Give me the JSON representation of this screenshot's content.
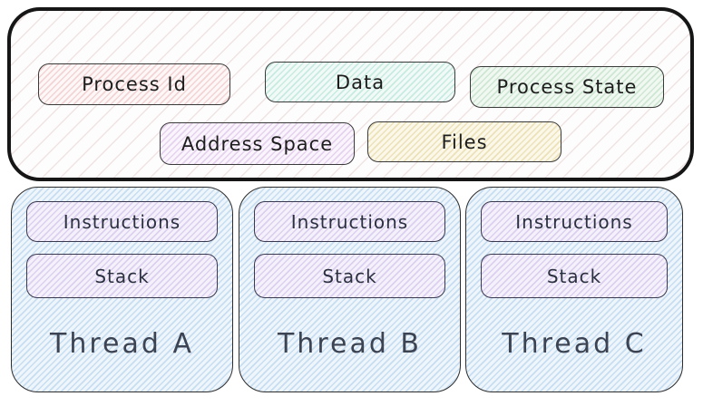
{
  "diagram": {
    "type": "process-threads-diagram",
    "process": {
      "attributes": [
        {
          "id": "process-id",
          "label": "Process Id",
          "fill": "pink"
        },
        {
          "id": "data",
          "label": "Data",
          "fill": "mint"
        },
        {
          "id": "process-state",
          "label": "Process State",
          "fill": "green"
        },
        {
          "id": "address-space",
          "label": "Address Space",
          "fill": "violet"
        },
        {
          "id": "files",
          "label": "Files",
          "fill": "yellow"
        }
      ]
    },
    "threads": [
      {
        "name": "Thread A",
        "components": [
          "Instructions",
          "Stack"
        ]
      },
      {
        "name": "Thread B",
        "components": [
          "Instructions",
          "Stack"
        ]
      },
      {
        "name": "Thread C",
        "components": [
          "Instructions",
          "Stack"
        ]
      }
    ]
  },
  "colors": {
    "outer_border": "#161616",
    "pill_border": "#3a3a3a",
    "thread_border": "#2c2c2c",
    "inner_border": "#39394f",
    "pink_hatch": "#f2d4d4",
    "mint_hatch": "#c7ebe1",
    "green_hatch": "#cde7d2",
    "violet_hatch": "#e5d2ee",
    "yellow_hatch": "#ece1b8",
    "blue_hatch": "#c7def2",
    "lavender_hatch": "#dcd0f0",
    "process_bg_hatch": "#dfc4c4",
    "label_text": "#1d1d1d",
    "thread_text": "#3c4453"
  }
}
